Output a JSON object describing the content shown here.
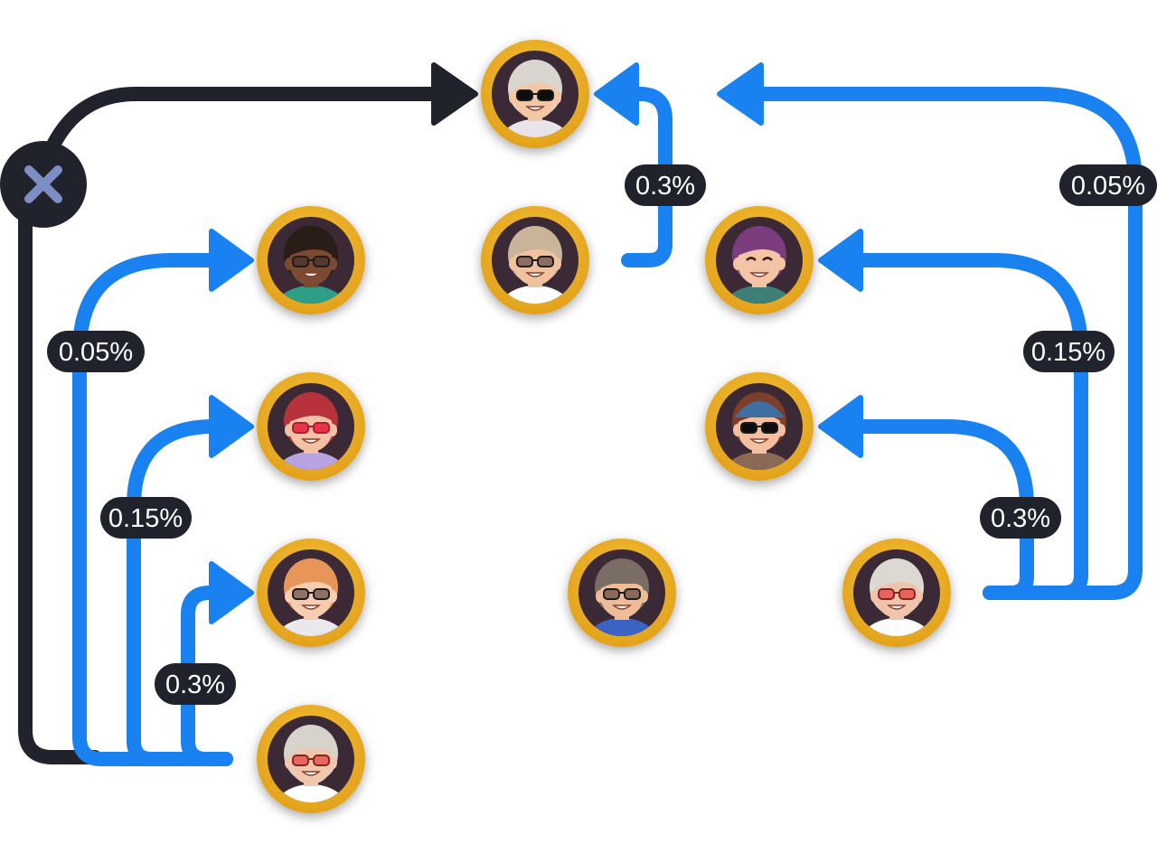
{
  "colors": {
    "background": "#ffffff",
    "blue_flow": "#1a82f0",
    "dark_flow": "#20232c",
    "label_bg": "#20232c",
    "label_text": "#ffffff",
    "avatar_ring": "#f2b526",
    "avatar_ring_dark": "#d9961a",
    "avatar_bg": "#3a2c34",
    "x_icon": "#7d8ec4"
  },
  "labels": {
    "top_right": "0.05%",
    "top_center": "0.3%",
    "left_a": "0.05%",
    "left_b": "0.15%",
    "left_c": "0.3%",
    "right_b": "0.15%",
    "right_c": "0.3%"
  },
  "icons": {
    "cancel": "close-icon",
    "arrow": "arrow-head-icon"
  },
  "avatars": [
    {
      "id": "top",
      "hair": "#d9d5cf",
      "skin": "#f2c7a5",
      "glasses": "sunglasses",
      "shirt": "#e8e4ea"
    },
    {
      "id": "center-left",
      "hair": "#c9b49a",
      "skin": "#f0c2a0",
      "glasses": "dark",
      "shirt": "#ffffff"
    },
    {
      "id": "left-1",
      "hair": "#2b1d17",
      "skin": "#7b4a32",
      "glasses": "dark",
      "shirt": "#2f9e87"
    },
    {
      "id": "left-2",
      "hair": "#b8323b",
      "skin": "#f3c1a6",
      "glasses": "red-hearts",
      "shirt": "#b9a2e0"
    },
    {
      "id": "left-3",
      "hair": "#e8955a",
      "skin": "#f6cdb0",
      "glasses": "dark",
      "shirt": "#e8e8ee"
    },
    {
      "id": "left-4",
      "hair": "#d6d2cc",
      "skin": "#f0c7ad",
      "glasses": "red",
      "shirt": "#ffffff"
    },
    {
      "id": "right-1",
      "hair": "#7b3d7e",
      "skin": "#f3c4a6",
      "glasses": "none",
      "shirt": "#3d7f76"
    },
    {
      "id": "right-2",
      "hair": "#7b3f2c",
      "skin": "#f2c0a0",
      "glasses": "sunglasses",
      "shirt": "#8a6b56",
      "hat": "#3d6fa0"
    },
    {
      "id": "bottom-center",
      "hair": "#7a6d66",
      "skin": "#eebc98",
      "glasses": "dark",
      "shirt": "#3b64c4",
      "hat": "#7a6d66"
    },
    {
      "id": "bottom-right",
      "hair": "#dcd8d2",
      "skin": "#f0c4aa",
      "glasses": "red",
      "shirt": "#ffffff"
    }
  ]
}
